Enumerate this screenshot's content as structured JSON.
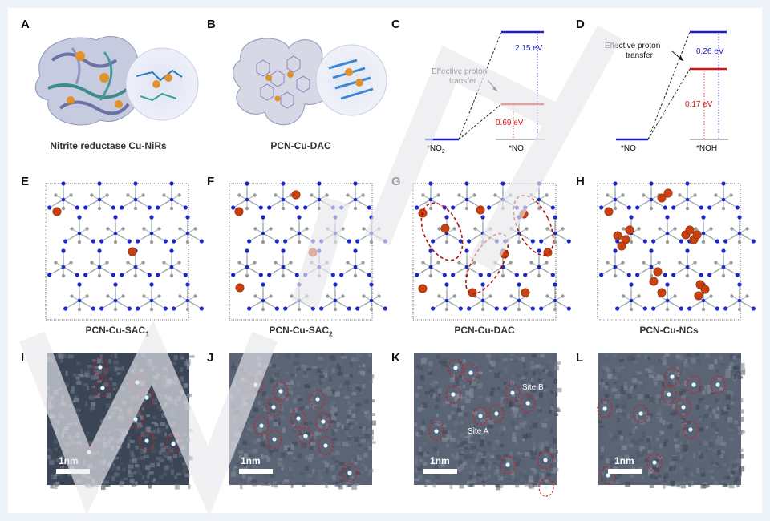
{
  "panels": {
    "A": {
      "label": "A",
      "caption": "Nitrite reductase Cu-NiRs"
    },
    "B": {
      "label": "B",
      "caption": "PCN-Cu-DAC"
    },
    "C": {
      "label": "C",
      "left_state": "*NO",
      "left_sub": "2",
      "right_state": "*NO",
      "annotation_line1": "Effective proton",
      "annotation_line2": "transfer",
      "energy_high": "2.15 eV",
      "energy_low": "0.69 eV"
    },
    "D": {
      "label": "D",
      "left_state": "*NO",
      "right_state": "*NOH",
      "annotation_line1": "Effective proton",
      "annotation_line2": "transfer",
      "energy_high": "0.26 eV",
      "energy_low": "0.17 eV"
    },
    "E": {
      "label": "E",
      "caption_main": "PCN-Cu-SAC",
      "caption_sub": "1"
    },
    "F": {
      "label": "F",
      "caption_main": "PCN-Cu-SAC",
      "caption_sub": "2"
    },
    "G": {
      "label": "G",
      "caption": "PCN-Cu-DAC"
    },
    "H": {
      "label": "H",
      "caption": "PCN-Cu-NCs"
    },
    "I": {
      "label": "I",
      "scalebar": "1nm"
    },
    "J": {
      "label": "J",
      "scalebar": "1nm"
    },
    "K": {
      "label": "K",
      "scalebar": "1nm",
      "site_a": "Site A",
      "site_b": "Site B"
    },
    "L": {
      "label": "L",
      "scalebar": "1nm"
    }
  },
  "colors": {
    "blue_level": "#1a1acc",
    "red_level": "#dd1111",
    "cu_atom": "#c8410f",
    "n_atom": "#1d27c9",
    "c_atom": "#9a9a9a",
    "circle": "#d01a1a"
  }
}
